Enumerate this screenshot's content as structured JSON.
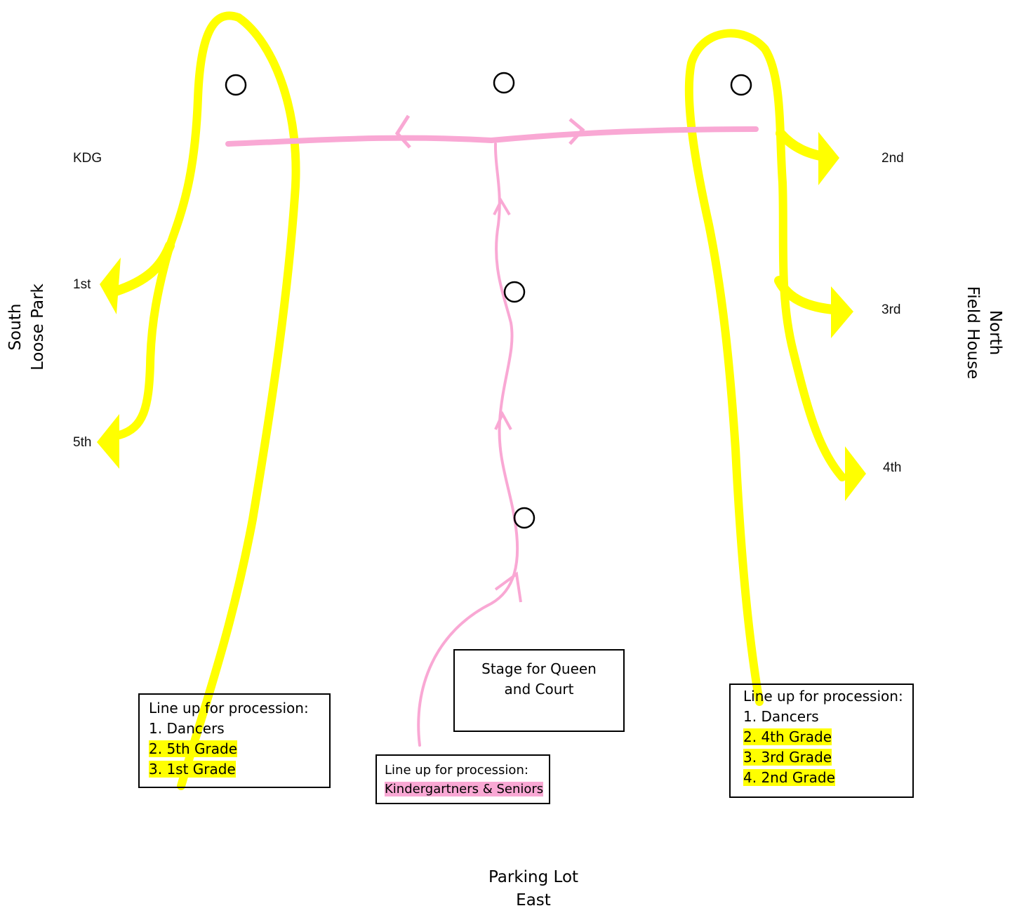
{
  "colors": {
    "yellow_route": "#ffff00",
    "pink_route": "#f9a8d4",
    "outline": "#000000"
  },
  "left_labels": [
    "KDG",
    "1st",
    "5th"
  ],
  "right_labels": [
    "2nd",
    "3rd",
    "4th"
  ],
  "south_side": {
    "line1": "South",
    "line2": "Loose Park"
  },
  "north_side": {
    "line1": "North",
    "line2": "Field House"
  },
  "bottom_side": {
    "line1": "Parking Lot",
    "line2": "East"
  },
  "stage": {
    "line1": "Stage for Queen",
    "line2": "and Court"
  },
  "left_box": {
    "title": "Line up for procession:",
    "items": [
      "1. Dancers",
      "2. 5th Grade",
      "3. 1st Grade"
    ]
  },
  "center_box": {
    "title": "Line up for procession:",
    "item": "Kindergartners & Seniors"
  },
  "right_box": {
    "title": "Line up for procession:",
    "items": [
      "1. Dancers",
      "2. 4th Grade",
      "3. 3rd Grade",
      "4. 2nd Grade"
    ]
  },
  "marker_icon": "circle-icon"
}
